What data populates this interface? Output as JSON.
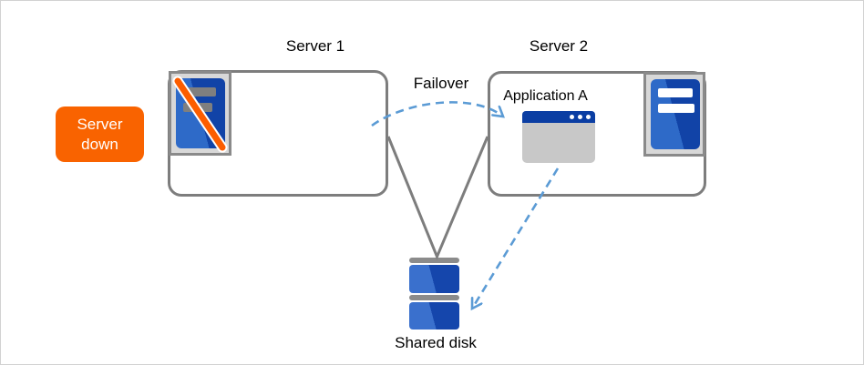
{
  "diagram": {
    "server1": {
      "label": "Server 1"
    },
    "server2": {
      "label": "Server 2",
      "application": "Application A"
    },
    "badge": {
      "label": "Server down"
    },
    "arrows": {
      "failover_label": "Failover"
    },
    "disk": {
      "label": "Shared disk"
    }
  },
  "icons": {
    "server1_icon": "server-down-icon",
    "server2_icon": "server-icon",
    "application_icon": "app-window-icon",
    "disk_icon": "shared-disk-icon"
  },
  "colors": {
    "badge_orange": "#F96300",
    "stripe_orange": "#FC5D00",
    "server_blue_light": "#2E6AC8",
    "server_blue_dark": "#1143A7",
    "disk_blue_light": "#3A70CD",
    "disk_blue_dark": "#1546AC",
    "app_titlebar_blue": "#0B3EA3",
    "window_body_gray": "#C8C8C8",
    "box_border_gray": "#7D7D7D",
    "disk_cap_gray": "#8B8B8B",
    "arrow_blue": "#5B9BD5"
  }
}
